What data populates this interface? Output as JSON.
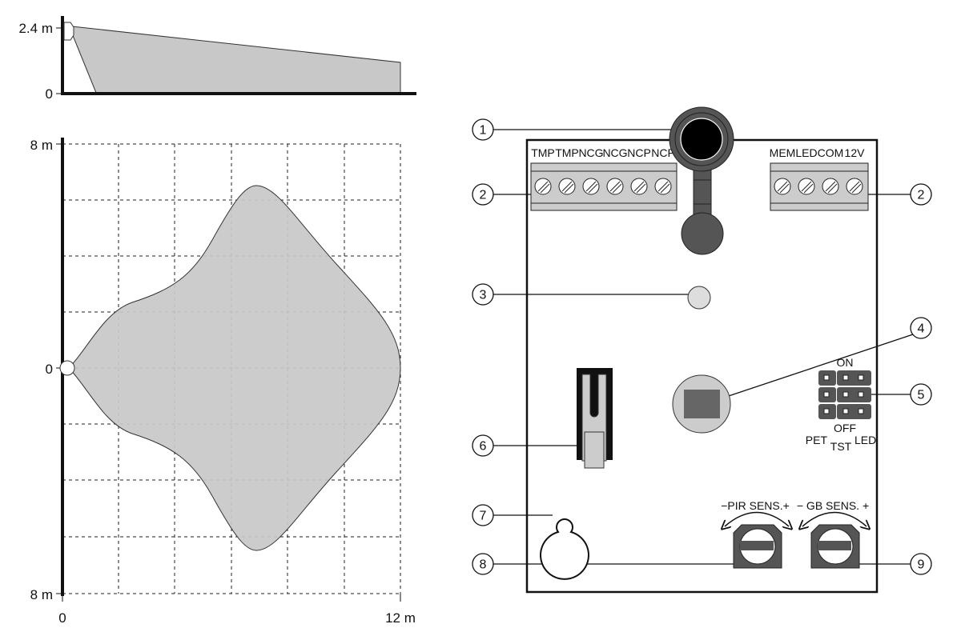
{
  "side_view": {
    "y_top_label": "2.4 m",
    "y_bottom_label": "0",
    "mount_height_m": 2.4
  },
  "top_view": {
    "y_top_label": "8 m",
    "y_mid_label": "0",
    "y_bottom_label": "8 m",
    "x_left_label": "0",
    "x_right_label": "12 m",
    "range_m": 12,
    "grid_step_m": 2
  },
  "board": {
    "left_terminals": [
      "TMP",
      "TMP",
      "NCG",
      "NCG",
      "NCP",
      "NCP"
    ],
    "right_terminals": [
      "MEM",
      "LED",
      "COM",
      "12V"
    ],
    "jumper_on": "ON",
    "jumper_off": "OFF",
    "jumper_labels": [
      "PET",
      "TST",
      "LED"
    ],
    "pir_sens": "−PIR SENS.+",
    "gb_sens": "− GB SENS. +"
  },
  "callouts": [
    "1",
    "2",
    "2",
    "3",
    "4",
    "5",
    "6",
    "7",
    "8",
    "9"
  ],
  "colors": {
    "fill_gray": "#c8c8c8",
    "dark": "#555555",
    "line": "#111111"
  }
}
